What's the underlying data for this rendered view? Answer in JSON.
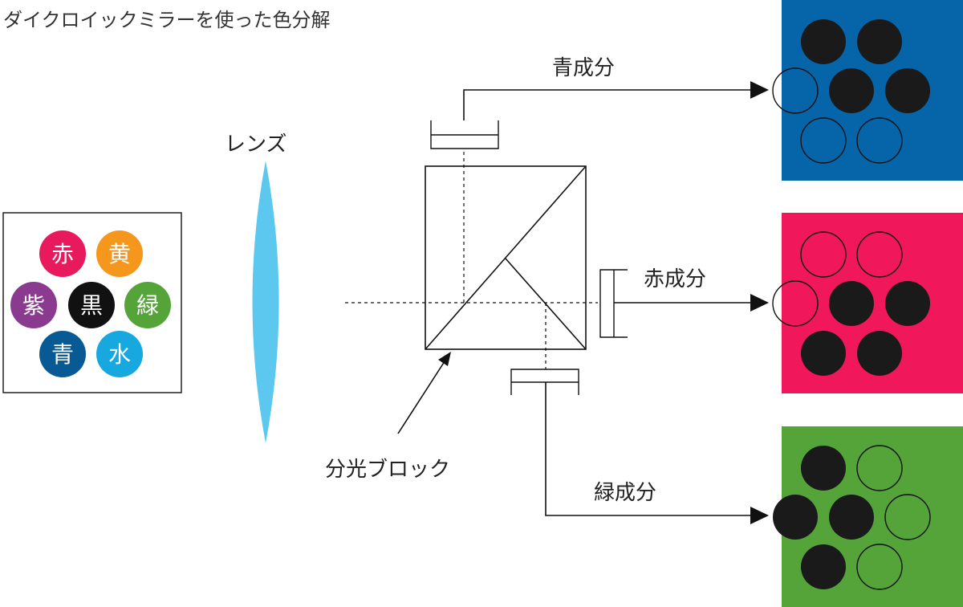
{
  "title": "ダイクロイックミラーを使った色分解",
  "labels": {
    "lens": "レンズ",
    "prism": "分光ブロック",
    "blue": "青成分",
    "red": "赤成分",
    "green": "緑成分"
  },
  "source_discs": [
    {
      "text": "赤",
      "color": "#e8195c"
    },
    {
      "text": "黄",
      "color": "#f5971c"
    },
    {
      "text": "紫",
      "color": "#8a3b8f"
    },
    {
      "text": "黒",
      "color": "#111111"
    },
    {
      "text": "緑",
      "color": "#55a43a"
    },
    {
      "text": "青",
      "color": "#075a93"
    },
    {
      "text": "水",
      "color": "#17a8e0"
    }
  ],
  "outputs": [
    {
      "key": "blue",
      "bg": "#0565a8",
      "filled": [
        true,
        true,
        false,
        true,
        true,
        false,
        false
      ]
    },
    {
      "key": "red",
      "bg": "#f0185a",
      "filled": [
        false,
        false,
        false,
        true,
        true,
        true,
        true
      ]
    },
    {
      "key": "green",
      "bg": "#55a43a",
      "filled": [
        true,
        false,
        true,
        true,
        false,
        true,
        false
      ]
    }
  ],
  "colors": {
    "lens": "#5cc8ef",
    "line": "#111111"
  }
}
